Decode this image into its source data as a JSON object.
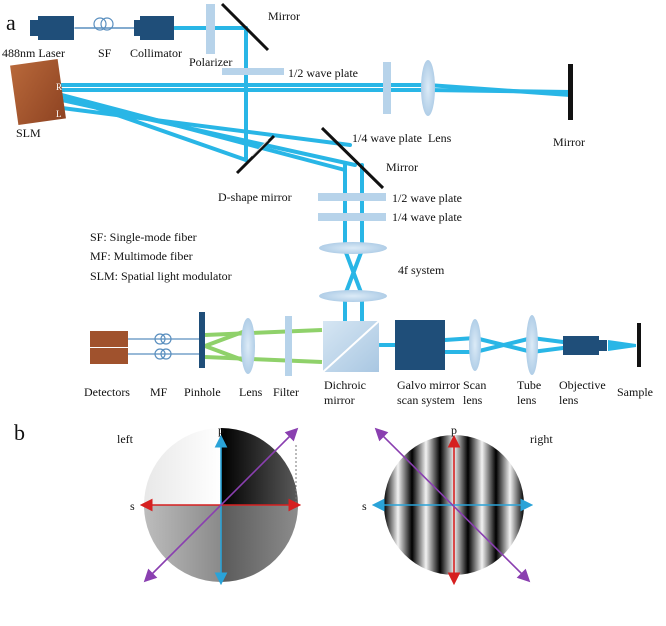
{
  "panels": {
    "a": "a",
    "b": "b"
  },
  "labels": {
    "laser": "488nm Laser",
    "sf": "SF",
    "collimator": "Collimator",
    "mirror_top": "Mirror",
    "polarizer": "Polarizer",
    "half_wave_top": "1/2 wave plate",
    "slm": "SLM",
    "slm_r": "R",
    "slm_l": "L",
    "quarter_wave_lens": "1/4 wave plate  Lens",
    "mirror_right": "Mirror",
    "mirror_mid": "Mirror",
    "d_shape_mirror": "D-shape mirror",
    "half_wave_mid": "1/2 wave plate",
    "quarter_wave_mid": "1/4 wave plate",
    "fourf": "4f system",
    "legend_sf": "SF: Single-mode fiber",
    "legend_mf": "MF: Multimode fiber",
    "legend_slm": "SLM: Spatial light modulator",
    "detectors": "Detectors",
    "mf": "MF",
    "pinhole": "Pinhole",
    "lens": "Lens",
    "filter": "Filter",
    "dichroic_1": "Dichroic",
    "dichroic_2": "mirror",
    "galvo_1": "Galvo mirror",
    "galvo_2": "scan system",
    "scan_1": "Scan",
    "scan_2": "lens",
    "tube_1": "Tube",
    "tube_2": "lens",
    "objective_1": "Objective",
    "objective_2": "lens",
    "sample": "Sample",
    "left": "left",
    "right": "right",
    "p_left": "p",
    "s_left": "s",
    "p_right": "p",
    "s_right": "s"
  },
  "colors": {
    "beam_blue": "#29b6e6",
    "beam_green": "#8fd16a",
    "component_dark": "#1f4e79",
    "optic_light": "#b7d3ea",
    "slm_brown": "#a0522d",
    "detector_brown": "#a0522d",
    "arrow_red": "#d62020",
    "arrow_blue": "#2aa3d8",
    "arrow_purple": "#8a3fb0"
  }
}
